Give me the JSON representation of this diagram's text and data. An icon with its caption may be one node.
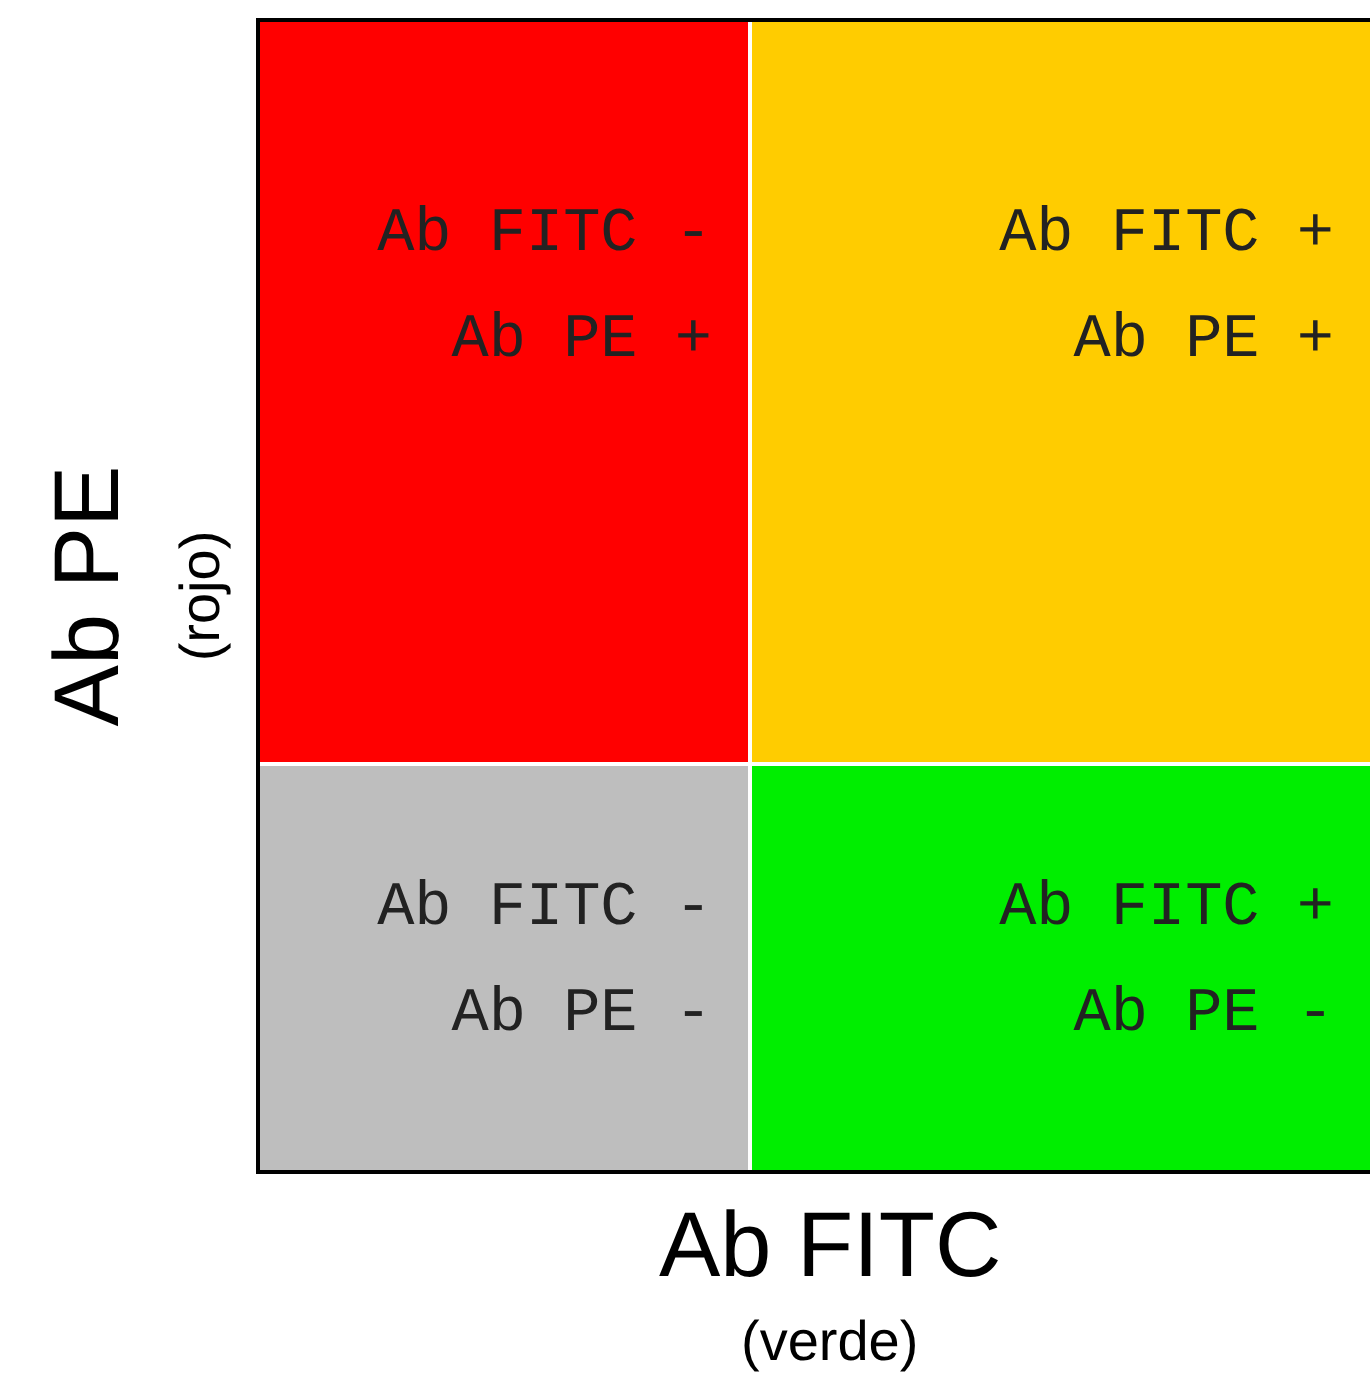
{
  "diagram": {
    "nodes": [
      {
        "text": [
          "Ab FITC -",
          "Ab PE +"
        ]
      },
      {
        "text": [
          "Ab FITC +",
          "Ab PE +"
        ]
      },
      {
        "text": [
          "Ab FITC -",
          "Ab PE -"
        ]
      },
      {
        "text": [
          "Ab FITC +",
          "Ab PE -"
        ]
      }
    ],
    "labels": [
      "Ab PE",
      "(rojo)",
      "Ab FITC",
      "(verde)"
    ]
  }
}
